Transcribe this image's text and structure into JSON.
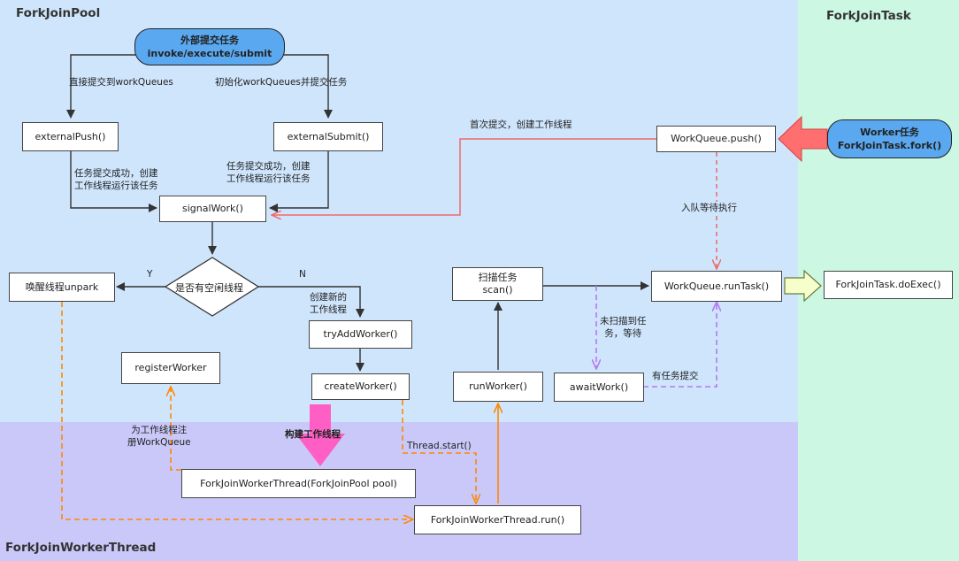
{
  "regions": {
    "pool": {
      "title": "ForkJoinPool",
      "color": "#cfe5fc"
    },
    "task": {
      "title": "ForkJoinTask",
      "color": "#ccf7e3"
    },
    "thread": {
      "title": "ForkJoinWorkerThread",
      "color": "#cac8f9"
    }
  },
  "start": {
    "line1": "外部提交任务",
    "line2": "invoke/execute/submit"
  },
  "worker_start": {
    "line1": "Worker任务",
    "line2": "ForkJoinTask.fork()"
  },
  "nodes": {
    "external_push": "externalPush()",
    "external_submit": "externalSubmit()",
    "signal_work": "signalWork()",
    "decision": "是否有空闲线程",
    "unpark": "唤醒线程unpark",
    "try_add_worker": "tryAddWorker()",
    "create_worker": "createWorker()",
    "register_worker": "registerWorker",
    "fjwt_ctor": "ForkJoinWorkerThread(ForkJoinPool pool)",
    "fjwt_run": "ForkJoinWorkerThread.run()",
    "run_worker": "runWorker()",
    "scan_line1": "扫描任务",
    "scan_line2": "scan()",
    "await_work": "awaitWork()",
    "wq_push": "WorkQueue.push()",
    "wq_run_task": "WorkQueue.runTask()",
    "fjt_do_exec": "ForkJoinTask.doExec()"
  },
  "labels": {
    "direct_submit": "直接提交到workQueues",
    "init_submit": "初始化workQueues并提交任务",
    "push_success_1": "任务提交成功，创建",
    "push_success_2": "工作线程运行该任务",
    "submit_success_1": "任务提交成功，创建",
    "submit_success_2": "工作线程运行该任务",
    "first_submit": "首次提交，创建工作线程",
    "enqueue_wait": "入队等待执行",
    "yes": "Y",
    "no": "N",
    "create_new_1": "创建新的",
    "create_new_2": "工作线程",
    "build_thread": "构建工作线程",
    "register_1": "为工作线程注",
    "register_2": "册WorkQueue",
    "thread_start": "Thread.start()",
    "not_found_1": "未扫描到任",
    "not_found_2": "务，等待",
    "has_task": "有任务提交"
  },
  "colors": {
    "solid_arrow": "#333333",
    "red_arrow": "#f06a6a",
    "orange_arrow": "#ff8800",
    "purple_arrow": "#b777f5",
    "pink_arrow": "#ff5fc4",
    "big_red_arrow": "#ff6f6f",
    "yellow_arrow": "#f6ffcc"
  }
}
